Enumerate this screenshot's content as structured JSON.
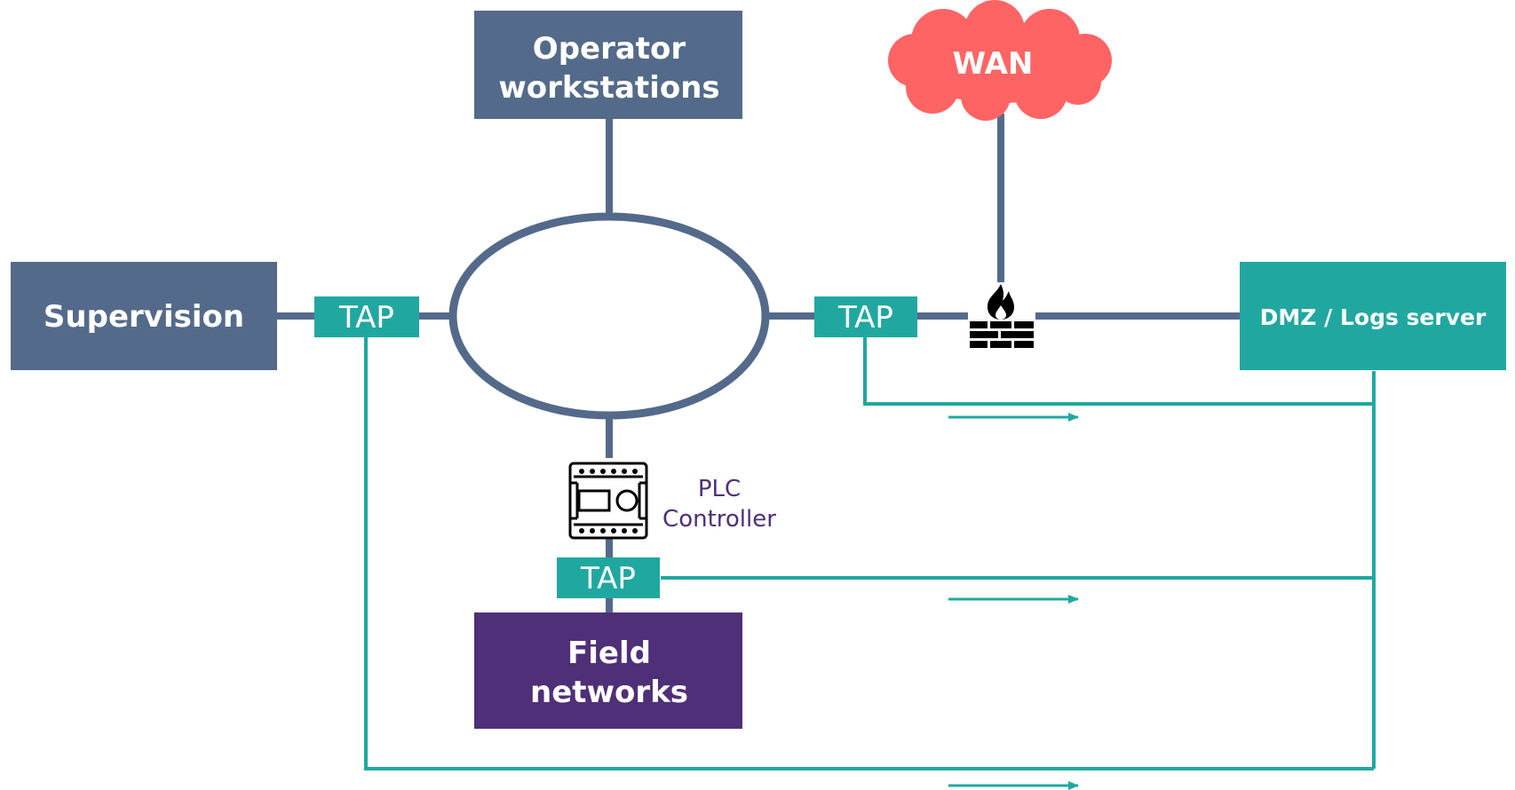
{
  "colors": {
    "slate": "#546A8A",
    "teal": "#20A8A0",
    "purple": "#4F2F78",
    "wan_red": "#FF6464",
    "plc_text": "#4F2F78"
  },
  "nodes": {
    "operator": {
      "line1": "Operator",
      "line2": "workstations"
    },
    "supervision": {
      "label": "Supervision"
    },
    "dmz": {
      "label": "DMZ / Logs server"
    },
    "field": {
      "line1": "Field",
      "line2": "networks"
    },
    "wan": {
      "label": "WAN"
    },
    "plc": {
      "line1": "PLC",
      "line2": "Controller",
      "icon": "plc-controller-icon"
    },
    "firewall": {
      "icon": "firewall-icon"
    }
  },
  "taps": {
    "left": "TAP",
    "right": "TAP",
    "bottom": "TAP"
  },
  "network": {
    "ring_icon": "network-ring"
  }
}
